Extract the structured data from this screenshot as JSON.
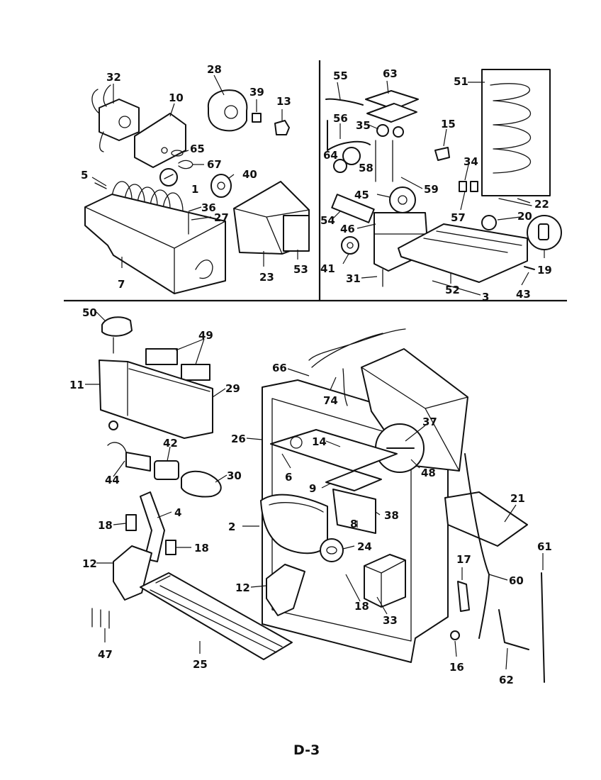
{
  "page": {
    "page_number": "D-3"
  },
  "callouts": [
    {
      "id": "c32",
      "label": "32"
    },
    {
      "id": "c28",
      "label": "28"
    },
    {
      "id": "c39",
      "label": "39"
    },
    {
      "id": "c13",
      "label": "13"
    },
    {
      "id": "c10",
      "label": "10"
    },
    {
      "id": "c65",
      "label": "65"
    },
    {
      "id": "c67",
      "label": "67"
    },
    {
      "id": "c40",
      "label": "40"
    },
    {
      "id": "c1",
      "label": "1"
    },
    {
      "id": "c5",
      "label": "5"
    },
    {
      "id": "c36",
      "label": "36"
    },
    {
      "id": "c27",
      "label": "27"
    },
    {
      "id": "c7",
      "label": "7"
    },
    {
      "id": "c23",
      "label": "23"
    },
    {
      "id": "c53",
      "label": "53"
    },
    {
      "id": "c55",
      "label": "55"
    },
    {
      "id": "c63",
      "label": "63"
    },
    {
      "id": "c51",
      "label": "51"
    },
    {
      "id": "c56",
      "label": "56"
    },
    {
      "id": "c35",
      "label": "35"
    },
    {
      "id": "c15",
      "label": "15"
    },
    {
      "id": "c64",
      "label": "64"
    },
    {
      "id": "c58",
      "label": "58"
    },
    {
      "id": "c34",
      "label": "34"
    },
    {
      "id": "c59",
      "label": "59"
    },
    {
      "id": "c45",
      "label": "45"
    },
    {
      "id": "c22",
      "label": "22"
    },
    {
      "id": "c54",
      "label": "54"
    },
    {
      "id": "c57",
      "label": "57"
    },
    {
      "id": "c20",
      "label": "20"
    },
    {
      "id": "c46",
      "label": "46"
    },
    {
      "id": "c41",
      "label": "41"
    },
    {
      "id": "c19",
      "label": "19"
    },
    {
      "id": "c31",
      "label": "31"
    },
    {
      "id": "c52",
      "label": "52"
    },
    {
      "id": "c3",
      "label": "3"
    },
    {
      "id": "c43",
      "label": "43"
    },
    {
      "id": "c50",
      "label": "50"
    },
    {
      "id": "c49",
      "label": "49"
    },
    {
      "id": "c11",
      "label": "11"
    },
    {
      "id": "c29",
      "label": "29"
    },
    {
      "id": "c66",
      "label": "66"
    },
    {
      "id": "c74",
      "label": "74"
    },
    {
      "id": "c37",
      "label": "37"
    },
    {
      "id": "c26",
      "label": "26"
    },
    {
      "id": "c14",
      "label": "14"
    },
    {
      "id": "c42",
      "label": "42"
    },
    {
      "id": "c6",
      "label": "6"
    },
    {
      "id": "c48",
      "label": "48"
    },
    {
      "id": "c44",
      "label": "44"
    },
    {
      "id": "c30",
      "label": "30"
    },
    {
      "id": "c9",
      "label": "9"
    },
    {
      "id": "c4",
      "label": "4"
    },
    {
      "id": "c38",
      "label": "38"
    },
    {
      "id": "c18a",
      "label": "18"
    },
    {
      "id": "c8",
      "label": "8"
    },
    {
      "id": "c21",
      "label": "21"
    },
    {
      "id": "c2",
      "label": "2"
    },
    {
      "id": "c18b",
      "label": "18"
    },
    {
      "id": "c24",
      "label": "24"
    },
    {
      "id": "c61",
      "label": "61"
    },
    {
      "id": "c12a",
      "label": "12"
    },
    {
      "id": "c17",
      "label": "17"
    },
    {
      "id": "c60",
      "label": "60"
    },
    {
      "id": "c12b",
      "label": "12"
    },
    {
      "id": "c18c",
      "label": "18"
    },
    {
      "id": "c33",
      "label": "33"
    },
    {
      "id": "c47",
      "label": "47"
    },
    {
      "id": "c25",
      "label": "25"
    },
    {
      "id": "c16",
      "label": "16"
    },
    {
      "id": "c62",
      "label": "62"
    }
  ]
}
